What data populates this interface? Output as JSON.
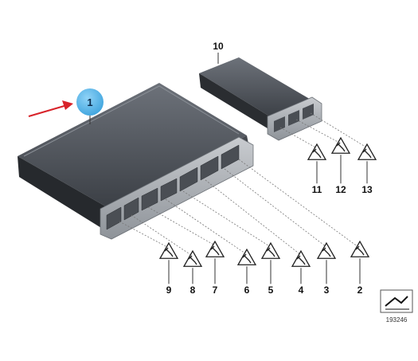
{
  "highlight_badge": {
    "label": "1",
    "color": "#5ab8ec"
  },
  "arrow_color": "#d8232a",
  "parts": [
    {
      "id": "10",
      "label": "10"
    },
    {
      "id": "11",
      "label": "11"
    },
    {
      "id": "12",
      "label": "12"
    },
    {
      "id": "13",
      "label": "13"
    },
    {
      "id": "9",
      "label": "9"
    },
    {
      "id": "8",
      "label": "8"
    },
    {
      "id": "7",
      "label": "7"
    },
    {
      "id": "6",
      "label": "6"
    },
    {
      "id": "5",
      "label": "5"
    },
    {
      "id": "4",
      "label": "4"
    },
    {
      "id": "3",
      "label": "3"
    },
    {
      "id": "2",
      "label": "2"
    }
  ],
  "reference_number": "193246",
  "icons": {
    "connector": "plug-warning-icon",
    "reference": "wire-reference-icon"
  }
}
